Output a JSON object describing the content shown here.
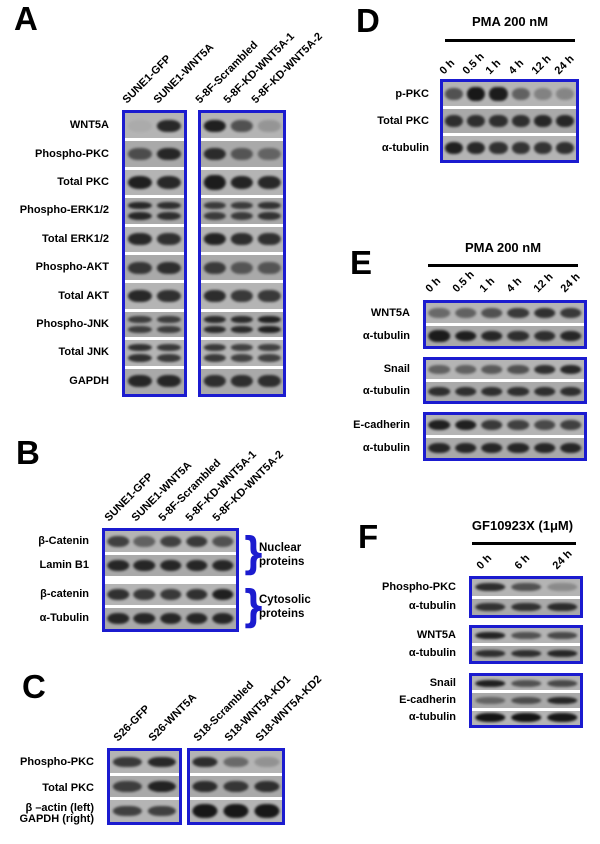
{
  "colors": {
    "box_border": "#1b1bcf",
    "band": "#101010",
    "strip_bg": "#b4b4b4"
  },
  "panels": {
    "A": {
      "letter": "A",
      "lane_labels": [
        "SUNE1-GFP",
        "SUNE1-WNT5A",
        "5-8F-Scrambled",
        "5-8F-KD-WNT5A-1",
        "5-8F-KD-WNT5A-2"
      ],
      "rows": [
        {
          "label": "WNT5A",
          "left": [
            0.05,
            0.85
          ],
          "right": [
            0.9,
            0.6,
            0.18
          ]
        },
        {
          "label": "Phospho-PKC",
          "left": [
            0.6,
            0.85
          ],
          "right": [
            0.82,
            0.55,
            0.45
          ]
        },
        {
          "label": "Total PKC",
          "left": [
            0.9,
            0.85
          ],
          "right": [
            0.92,
            0.88,
            0.85
          ]
        },
        {
          "label": "Phospho-ERK1/2",
          "left": [
            0.85,
            0.8
          ],
          "right": [
            0.72,
            0.72,
            0.78
          ]
        },
        {
          "label": "Total ERK1/2",
          "left": [
            0.85,
            0.8
          ],
          "right": [
            0.88,
            0.82,
            0.8
          ]
        },
        {
          "label": "Phospho-AKT",
          "left": [
            0.75,
            0.8
          ],
          "right": [
            0.72,
            0.55,
            0.55
          ]
        },
        {
          "label": "Total AKT",
          "left": [
            0.85,
            0.8
          ],
          "right": [
            0.82,
            0.75,
            0.75
          ]
        },
        {
          "label": "Phospho-JNK",
          "left": [
            0.7,
            0.7
          ],
          "right": [
            0.82,
            0.82,
            0.88
          ]
        },
        {
          "label": "Total JNK",
          "left": [
            0.8,
            0.75
          ],
          "right": [
            0.75,
            0.7,
            0.7
          ]
        },
        {
          "label": "GAPDH",
          "left": [
            0.85,
            0.85
          ],
          "right": [
            0.8,
            0.8,
            0.8
          ]
        }
      ]
    },
    "B": {
      "letter": "B",
      "lane_labels": [
        "SUNE1-GFP",
        "SUNE1-WNT5A",
        "5-8F-Scrambled",
        "5-8F-KD-WNT5A-1",
        "5-8F-KD-WNT5A-2"
      ],
      "rows": [
        {
          "label": "β-Catenin",
          "bands": [
            0.7,
            0.5,
            0.7,
            0.75,
            0.6
          ]
        },
        {
          "label": "Lamin B1",
          "bands": [
            0.85,
            0.85,
            0.85,
            0.85,
            0.85
          ]
        },
        {
          "label": "β-catenin",
          "bands": [
            0.8,
            0.75,
            0.75,
            0.8,
            0.9
          ]
        },
        {
          "label": "α-Tubulin",
          "bands": [
            0.85,
            0.85,
            0.85,
            0.85,
            0.85
          ]
        }
      ],
      "groups": [
        {
          "brace": "}",
          "line1": "Nuclear",
          "line2": "proteins"
        },
        {
          "brace": "}",
          "line1": "Cytosolic",
          "line2": "proteins"
        }
      ]
    },
    "C": {
      "letter": "C",
      "lane_labels": [
        "S26-GFP",
        "S26-WNT5A",
        "S18-Scrambled",
        "S18-WNT5A-KD1",
        "S18-WNT5A-KD2"
      ],
      "rows": [
        {
          "label": "Phospho-PKC",
          "left": [
            0.75,
            0.85
          ],
          "right": [
            0.82,
            0.45,
            0.2
          ]
        },
        {
          "label": "Total PKC",
          "left": [
            0.7,
            0.88
          ],
          "right": [
            0.82,
            0.75,
            0.8
          ]
        },
        {
          "label": "β –actin (left)",
          "label2": "GAPDH (right)",
          "left": [
            0.7,
            0.7
          ],
          "right": [
            0.95,
            0.95,
            0.95
          ]
        }
      ]
    },
    "D": {
      "letter": "D",
      "treatment": "PMA 200 nM",
      "lane_labels": [
        "0 h",
        "0.5 h",
        "1 h",
        "4 h",
        "12 h",
        "24 h"
      ],
      "rows": [
        {
          "label": "p-PKC",
          "bands": [
            0.6,
            0.95,
            0.92,
            0.5,
            0.3,
            0.28
          ]
        },
        {
          "label": "Total PKC",
          "bands": [
            0.8,
            0.8,
            0.8,
            0.8,
            0.85,
            0.85
          ]
        },
        {
          "label": "α-tubulin",
          "bands": [
            0.9,
            0.85,
            0.8,
            0.78,
            0.78,
            0.8
          ]
        }
      ]
    },
    "E": {
      "letter": "E",
      "treatment": "PMA 200 nM",
      "lane_labels": [
        "0 h",
        "0.5 h",
        "1 h",
        "4 h",
        "12 h",
        "24 h"
      ],
      "blocks": [
        {
          "rows": [
            {
              "label": "WNT5A",
              "bands": [
                0.45,
                0.5,
                0.6,
                0.75,
                0.8,
                0.75
              ]
            },
            {
              "label": "α-tubulin",
              "bands": [
                0.92,
                0.9,
                0.85,
                0.8,
                0.8,
                0.85
              ]
            }
          ]
        },
        {
          "rows": [
            {
              "label": "Snail",
              "bands": [
                0.5,
                0.5,
                0.55,
                0.6,
                0.8,
                0.85
              ]
            },
            {
              "label": "α-tubulin",
              "bands": [
                0.8,
                0.8,
                0.8,
                0.8,
                0.8,
                0.8
              ]
            }
          ]
        },
        {
          "rows": [
            {
              "label": "E-cadherin",
              "bands": [
                0.9,
                0.9,
                0.75,
                0.7,
                0.65,
                0.7
              ]
            },
            {
              "label": "α-tubulin",
              "bands": [
                0.85,
                0.85,
                0.85,
                0.85,
                0.85,
                0.85
              ]
            }
          ]
        }
      ]
    },
    "F": {
      "letter": "F",
      "treatment": "GF10923X (1μM)",
      "lane_labels": [
        "0 h",
        "6 h",
        "24 h"
      ],
      "blocks": [
        {
          "rows": [
            {
              "label": "Phospho-PKC",
              "bands": [
                0.82,
                0.6,
                0.25
              ]
            },
            {
              "label": "α-tubulin",
              "bands": [
                0.78,
                0.78,
                0.82
              ]
            }
          ]
        },
        {
          "rows": [
            {
              "label": "WNT5A",
              "bands": [
                0.88,
                0.6,
                0.65
              ]
            },
            {
              "label": "α-tubulin",
              "bands": [
                0.8,
                0.8,
                0.85
              ]
            }
          ]
        },
        {
          "rows": [
            {
              "label": "Snail",
              "bands": [
                0.9,
                0.6,
                0.65
              ]
            },
            {
              "label": "E-cadherin",
              "bands": [
                0.45,
                0.6,
                0.85
              ]
            },
            {
              "label": "α-tubulin",
              "bands": [
                0.97,
                0.97,
                0.95
              ]
            }
          ]
        }
      ]
    }
  }
}
